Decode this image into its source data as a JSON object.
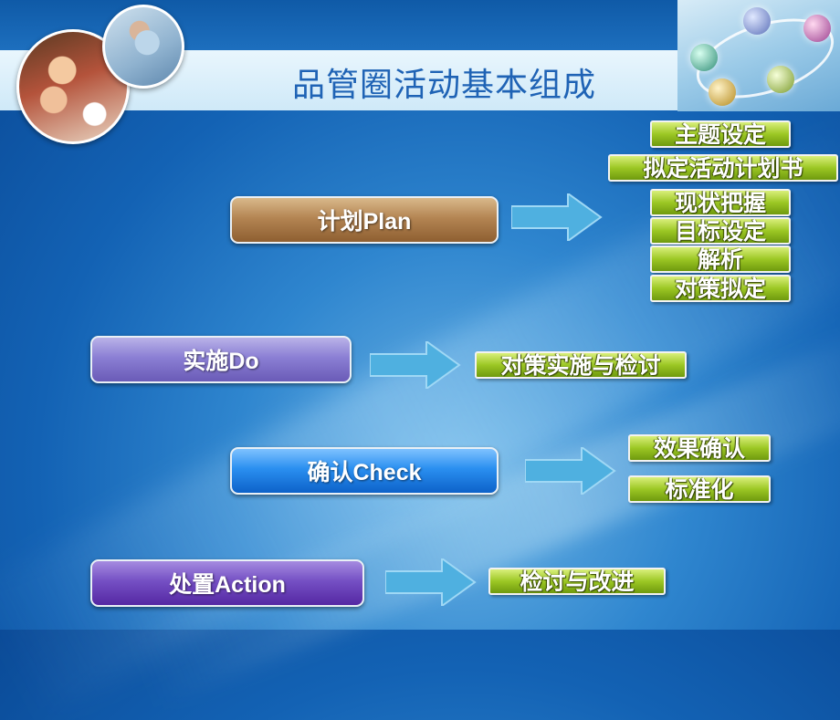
{
  "title": "品管圈活动基本组成",
  "images": {
    "photo_family": "family-photo",
    "photo_doctor": "doctor-photo",
    "cycle": "pdca-cycle-graphic"
  },
  "phases": {
    "plan": {
      "label": "计划Plan",
      "color": "#b48553"
    },
    "do": {
      "label": "实施Do",
      "color": "#8b7fd4"
    },
    "check": {
      "label": "确认Check",
      "color": "#2a8ff0"
    },
    "action": {
      "label": "处置Action",
      "color": "#7550c4"
    }
  },
  "plan_steps": [
    "主题设定",
    "拟定活动计划书",
    "现状把握",
    "目标设定",
    "解析",
    "对策拟定"
  ],
  "do_steps": [
    "对策实施与检讨"
  ],
  "check_steps": [
    "效果确认",
    "标准化"
  ],
  "action_steps": [
    "检讨与改进"
  ],
  "colors": {
    "tag": "#9cc724",
    "arrow": "#4fb0e0",
    "background": "#1a6cc0"
  }
}
